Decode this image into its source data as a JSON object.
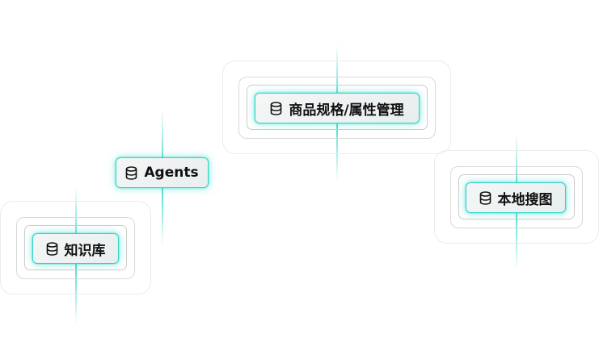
{
  "nodes": {
    "knowledge_base": {
      "label": "知识库",
      "icon": "database-icon"
    },
    "agents": {
      "label": "Agents",
      "icon": "database-icon"
    },
    "product_specs": {
      "label": "商品规格/属性管理",
      "icon": "database-icon"
    },
    "local_search": {
      "label": "本地搜图",
      "icon": "database-icon"
    }
  },
  "colors": {
    "accent": "#2fd6c6",
    "line": "#14d2be",
    "ring": "#d4d4d4",
    "text": "#111111"
  }
}
